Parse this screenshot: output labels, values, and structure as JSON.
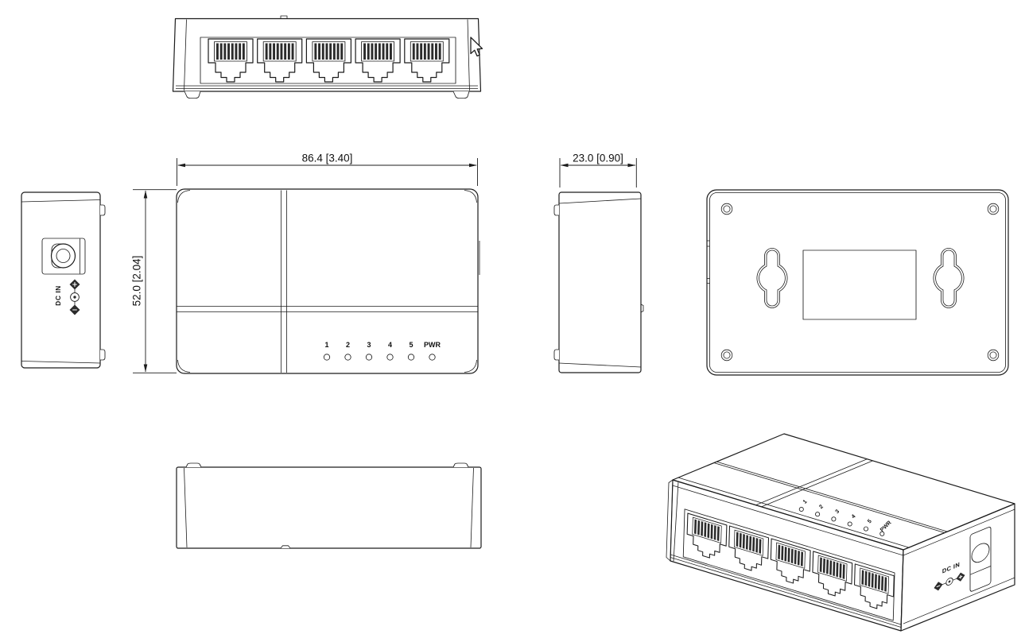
{
  "drawing": {
    "dimensions": {
      "width": "86.4 [3.40]",
      "height": "52.0 [2.04]",
      "depth": "23.0 [0.90]"
    },
    "leds": {
      "labels": [
        "1",
        "2",
        "3",
        "4",
        "5",
        "PWR"
      ]
    },
    "power": {
      "dc_in": "DC IN",
      "polarity_plus": "+",
      "polarity_minus": "-"
    },
    "ports": {
      "count": 5,
      "type": "RJ45"
    },
    "colors": {
      "line": "#1c1c1c",
      "background": "#ffffff",
      "pin_fill": "#2b2b2b"
    }
  }
}
